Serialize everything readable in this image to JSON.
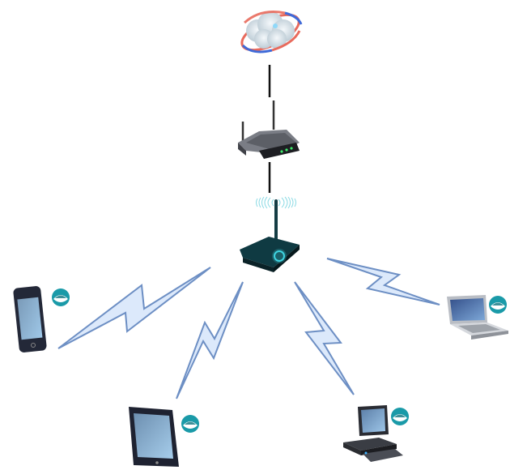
{
  "diagram": {
    "title": "",
    "type": "network-topology",
    "colors": {
      "wired_link": "#111111",
      "wireless_bolt_fill": "#dce9fb",
      "wireless_bolt_stroke": "#6d8fc4",
      "badge": "#1a9aa8",
      "access_point_glow": "#3fd3e0"
    },
    "nodes": [
      {
        "id": "internet",
        "kind": "cloud",
        "icon": "cloud-globe-icon",
        "label": ""
      },
      {
        "id": "router",
        "kind": "router",
        "icon": "router-icon",
        "label": ""
      },
      {
        "id": "access_point",
        "kind": "wireless-access-point",
        "icon": "wifi-access-point-icon",
        "label": ""
      },
      {
        "id": "smartphone",
        "kind": "smartphone",
        "icon": "smartphone-icon",
        "label": "",
        "badge": "wifi-client-badge-icon"
      },
      {
        "id": "tablet",
        "kind": "tablet",
        "icon": "tablet-icon",
        "label": "",
        "badge": "wifi-client-badge-icon"
      },
      {
        "id": "desktop",
        "kind": "desktop-computer",
        "icon": "desktop-computer-icon",
        "label": "",
        "badge": "wifi-client-badge-icon"
      },
      {
        "id": "laptop",
        "kind": "laptop",
        "icon": "laptop-icon",
        "label": "",
        "badge": "wifi-client-badge-icon"
      }
    ],
    "edges": [
      {
        "from": "internet",
        "to": "router",
        "type": "wired"
      },
      {
        "from": "router",
        "to": "access_point",
        "type": "wired"
      },
      {
        "from": "access_point",
        "to": "smartphone",
        "type": "wireless"
      },
      {
        "from": "access_point",
        "to": "tablet",
        "type": "wireless"
      },
      {
        "from": "access_point",
        "to": "desktop",
        "type": "wireless"
      },
      {
        "from": "access_point",
        "to": "laptop",
        "type": "wireless"
      }
    ]
  }
}
